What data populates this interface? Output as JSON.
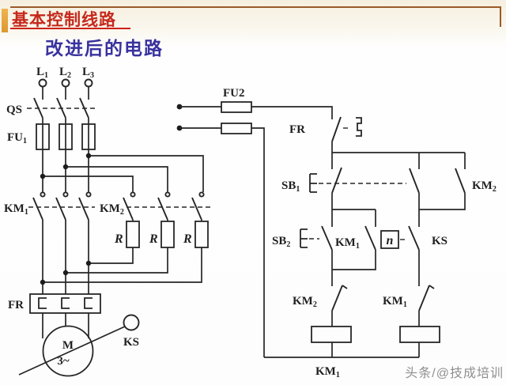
{
  "header": {
    "title": "基本控制线路",
    "subtitle": "改进后的电路"
  },
  "labels": {
    "l1": {
      "base": "L",
      "sub": "1"
    },
    "l2": {
      "base": "L",
      "sub": "2"
    },
    "l3": {
      "base": "L",
      "sub": "3"
    },
    "qs": "QS",
    "fu1": {
      "base": "FU",
      "sub": "1"
    },
    "km1_main": {
      "base": "KM",
      "sub": "1"
    },
    "km2_main": {
      "base": "KM",
      "sub": "2"
    },
    "resistors": [
      "R",
      "R",
      "R"
    ],
    "fr_main": "FR",
    "motor_m": "M",
    "motor_phase": "3~",
    "ks_main": "KS",
    "fu2": "FU2",
    "fr_ctrl": "FR",
    "sb1": {
      "base": "SB",
      "sub": "1"
    },
    "km2_aux": {
      "base": "KM",
      "sub": "2"
    },
    "sb2": {
      "base": "SB",
      "sub": "2"
    },
    "km1_aux": {
      "base": "KM",
      "sub": "1"
    },
    "n_box": "n",
    "ks_ctrl": "KS",
    "km2_interlock": {
      "base": "KM",
      "sub": "2"
    },
    "km1_interlock": {
      "base": "KM",
      "sub": "1"
    },
    "km1_coil": {
      "base": "KM",
      "sub": "1"
    }
  },
  "watermark": "头条/@技成培训",
  "colors": {
    "title_red": "#c5281c",
    "subtitle_blue": "#39329e",
    "accent_orange": "#e8a73f",
    "rule_brown": "#9a5b28",
    "circuit_ink": "#262626",
    "watermark_gray": "#8f8f8f"
  }
}
